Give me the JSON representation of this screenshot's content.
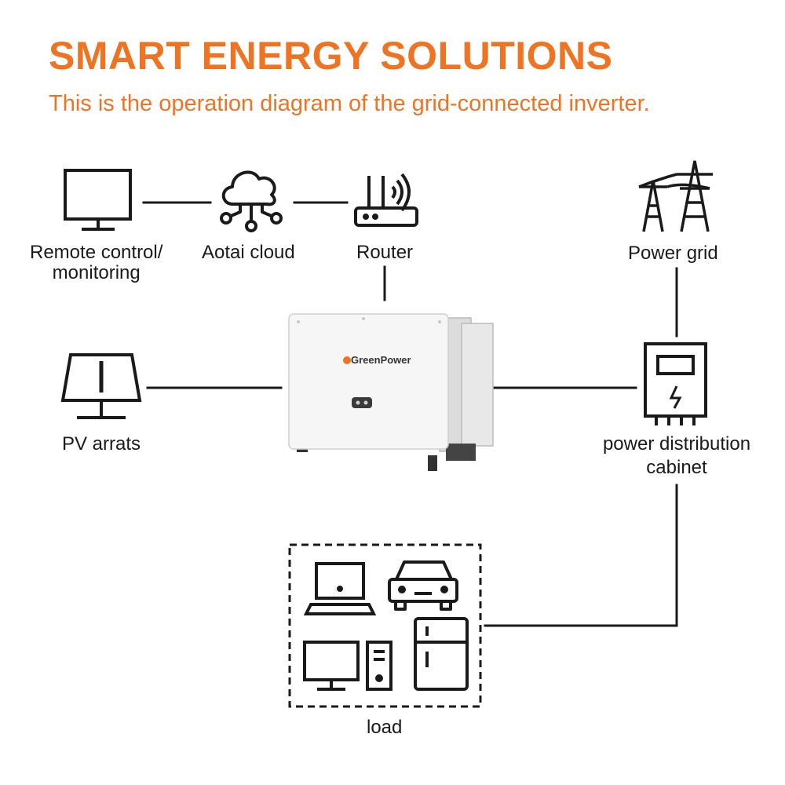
{
  "header": {
    "title": "SMART ENERGY SOLUTIONS",
    "subtitle": "This is the operation diagram of the grid-connected inverter."
  },
  "colors": {
    "accent": "#ee7424",
    "stroke": "#1a1a1a",
    "inverter_body": "#f4f4f4",
    "inverter_side": "#dcdcdc"
  },
  "nodes": {
    "remote": {
      "line1": "Remote control/",
      "line2": "monitoring",
      "icon": "monitor-icon"
    },
    "cloud": {
      "label": "Aotai cloud",
      "icon": "cloud-network-icon"
    },
    "router": {
      "label": "Router",
      "icon": "router-icon"
    },
    "grid": {
      "label": "Power grid",
      "icon": "power-tower-icon"
    },
    "pv": {
      "label": "PV arrats",
      "icon": "solar-panel-icon"
    },
    "cabinet": {
      "line1": "power distribution",
      "line2": "cabinet",
      "icon": "distribution-cabinet-icon"
    },
    "load": {
      "label": "load",
      "icons": [
        "laptop-icon",
        "car-icon",
        "desktop-computer-icon",
        "refrigerator-icon"
      ]
    },
    "inverter": {
      "brand": "GreenPower",
      "icon": "inverter-icon"
    }
  }
}
